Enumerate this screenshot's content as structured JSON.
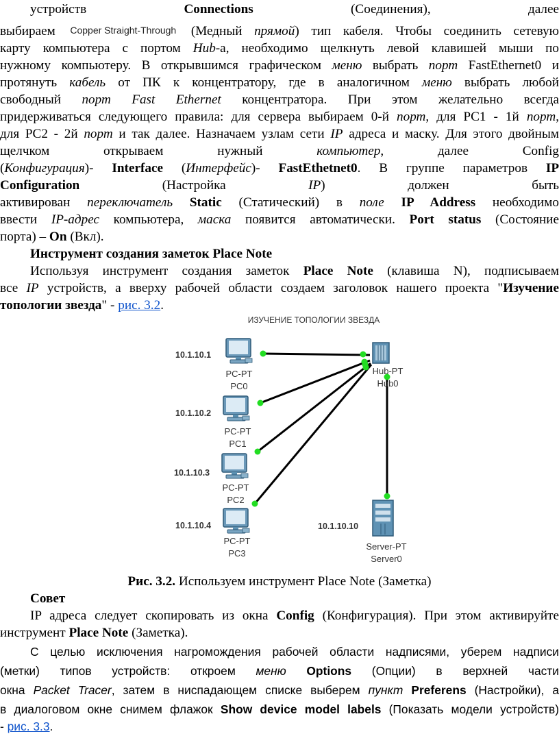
{
  "p1": {
    "l1a": "устройств ",
    "l1b": "Connections",
    "l1c": " (Соединения),",
    "l1d": "далее",
    "l2a": "выбираем",
    "l2btn": "Copper Straight-Through",
    "l2b": "(Медный ",
    "l2c": "прямой",
    "l2d": ") тип кабеля. Чтобы соединить сетевую",
    "l3a": "карту компьютера с портом ",
    "l3b": "Hub",
    "l3c": "-а, необходимо щелкнуть левой клавишей мыши по",
    "l4a": "нужному компьютеру. В открывшимся графическом ",
    "l4b": "меню",
    "l4c": " выбрать ",
    "l4d": "порт",
    "l4e": " FastEthernet0 и",
    "l5a": "протянуть ",
    "l5b": "кабель",
    "l5c": " от ПК к концентратору, где в аналогичном ",
    "l5d": "меню",
    "l5e": " выбрать любой",
    "l6a": "свободный ",
    "l6b": "порт Fast Ethernet",
    "l6c": " концентратора. При этом желательно всегда",
    "l7a": "придерживаться следующего правила: для сервера выбираем 0-й ",
    "l7b": "порт",
    "l7c": ", для PC1 - 1й ",
    "l7d": "порт",
    "l8a": "для PC2 - 2й ",
    "l8b": "порт",
    "l8c": " и так далее. Назначаем узлам сети ",
    "l8d": "IP",
    "l8e": " адреса и маску. Для этого двойным",
    "l9a": "щелчком открываем нужный ",
    "l9b": "компьютер",
    "l9c": ", далее Config",
    "l10a": "(",
    "l10b": "Конфигурация",
    "l10c": ")- ",
    "l10d": "Interface",
    "l10e": " (",
    "l10f": "Интерфейс",
    "l10g": ")- ",
    "l10h": "FastEthetnet0",
    "l10i": ". В группе параметров ",
    "l10j": "IP",
    "l11a": "Configuration",
    "l11b": " (Настройка ",
    "l11c": "IP",
    "l11d": ") должен быть",
    "l12a": "активирован ",
    "l12b": "переключатель",
    "l12c": " Static",
    "l12d": " (Статический) в ",
    "l12e": "поле",
    "l12f": " IP Address",
    "l12g": " необходимо",
    "l13a": "ввести ",
    "l13b": "IP-адрес",
    "l13c": " компьютера, ",
    "l13d": "маска",
    "l13e": " появится автоматически. ",
    "l13f": "Port status",
    "l13g": " (Состояние",
    "l14a": "порта) – ",
    "l14b": "On",
    "l14c": " (Вкл)."
  },
  "heading1": "Инструмент создания заметок Place Note",
  "p2": {
    "l1a": "Используя инструмент создания заметок ",
    "l1b": "Place Note",
    "l1c": " (клавиша N), подписываем",
    "l2a": "все ",
    "l2b": "IP",
    "l2c": " устройств, а вверху рабочей области создаем заголовок нашего проекта \"",
    "l2d": "Изучение",
    "l3a": "топологии звезда",
    "l3b": "\" - ",
    "l3link": "рис. 3.2",
    "l3c": "."
  },
  "figure": {
    "title": "ИЗУЧЕНИЕ ТОПОЛОГИИ ЗВЕЗДА",
    "pcs": [
      {
        "ip": "10.1.10.1",
        "model": "PC-PT",
        "name": "PC0"
      },
      {
        "ip": "10.1.10.2",
        "model": "PC-PT",
        "name": "PC1"
      },
      {
        "ip": "10.1.10.3",
        "model": "PC-PT",
        "name": "PC2"
      },
      {
        "ip": "10.1.10.4",
        "model": "PC-PT",
        "name": "PC3"
      }
    ],
    "hub": {
      "model": "Hub-PT",
      "name": "Hub0"
    },
    "server": {
      "ip": "10.1.10.10",
      "model": "Server-PT",
      "name": "Server0"
    },
    "colors": {
      "cable": "#000000",
      "link_up": "#22dd22",
      "device": "#5a8fb0",
      "text": "#333333"
    }
  },
  "caption": {
    "a": "Рис. 3.2.",
    "b": " Используем инструмент Place Note (Заметка)"
  },
  "heading2": "Совет",
  "p3": {
    "l1a": "IP адреса следует скопировать из окна ",
    "l1b": "Config",
    "l1c": " (Конфигурация). При этом активируйте",
    "l2a": "инструмент ",
    "l2b": "Place Note",
    "l2c": " (Заметка)."
  },
  "p4": {
    "l1": "С целью исключения нагромождения рабочей области надписями, уберем надписи",
    "l2a": "(метки) типов устройств: откроем ",
    "l2b": "меню",
    "l2c": " Options",
    "l2d": " (Опции) в верхней части",
    "l3a": "окна ",
    "l3b": "Packet Tracer",
    "l3c": ", затем в ниспадающем списке выберем ",
    "l3d": "пункт",
    "l3e": " Preferens",
    "l3f": " (Настройки), а",
    "l4a": "в диалоговом окне снимем флажок ",
    "l4b": "Show device model labels",
    "l4c": " (Показать модели устройств)",
    "l5a": "- ",
    "l5link": "рис. 3.3",
    "l5b": "."
  }
}
